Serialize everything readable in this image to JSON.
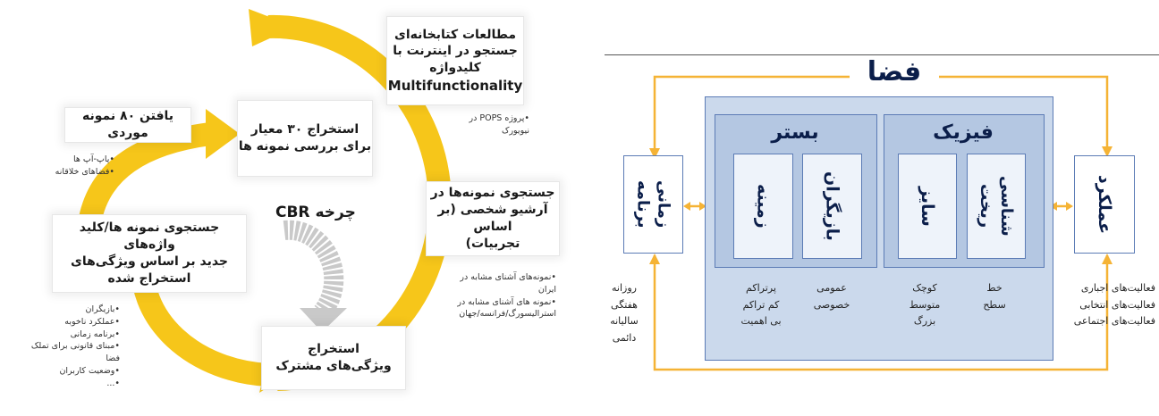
{
  "colors": {
    "arrow_yellow": "#f6c61a",
    "arrow_gray": "#c9c9c9",
    "frame_blue": "#5b7bb5",
    "fill_light": "#cbd9ec",
    "fill_mid": "#b4c7e2",
    "dark_navy": "#0b1e4a"
  },
  "left_diagram": {
    "center_label": "چرخه CBR",
    "box_library": {
      "line1": "مطالعات کتابخانه‌ای",
      "line2": "جستجو در اینترنت با",
      "line3": "کلیدواژه",
      "line4": "Multifunctionality"
    },
    "note_pops": "•پروژه POPS در\nنیویورک",
    "box_find": "یافتن ۸۰ نمونه موردی",
    "note_find": "•پاپ-آپ ها\n•فضاهای خلاقانه",
    "box_extract30": {
      "line1": "استخراج ۳۰ معیار",
      "line2": "برای بررسی نمونه ها"
    },
    "box_archive": {
      "line1": "جستجوی نمونه‌ها در",
      "line2": "آرشیو شخصی (بر اساس",
      "line3": "تجربیات)"
    },
    "note_archive": "•نمونه‌های آشنای مشابه در\nایران\n•نمونه های آشنای مشابه در\nاسترالیسورگ/فرانسه/جهان",
    "box_search_new": {
      "line1": "جستجوی نمونه ها/کلید واژه‌های",
      "line2": "جدید بر اساس ویژگی‌های",
      "line3": "استخراج شده"
    },
    "note_search_new": "•بازیگران\n•عملکرد ناخوبه\n•برنامه زمانی\n•مبنای قانونی برای تملک\nفضا\n•وضعیت کاربران\n•...",
    "box_common": {
      "line1": "استخراج",
      "line2": "ویژگی‌های مشترک"
    }
  },
  "right_diagram": {
    "title": "فضا",
    "group_bastar": "بستر",
    "group_fizik": "فیزیک",
    "box_zamineh": "زمینه",
    "box_bazigaran": "بازیگران",
    "box_size": "سایز",
    "box_rikht": {
      "line1": "ریخت",
      "line2": "شناسی"
    },
    "box_barnameh": {
      "line1": "برنامه",
      "line2": "زمانی"
    },
    "box_amalkard": "عملکرد",
    "under_barnameh": "روزانه\nهفتگی\nسالیانه\nدائمی",
    "under_zamineh": "پرتراکم\nکم تراکم\nبی اهمیت",
    "under_bazigaran": "عمومی\nخصوصی",
    "under_size": "کوچک\nمتوسط\nبزرگ",
    "under_rikht": "خط\nسطح",
    "under_amalkard": "فعالیت‌های اجباری\nفعالیت‌های انتخابی\nفعالیت‌های اجتماعی"
  }
}
